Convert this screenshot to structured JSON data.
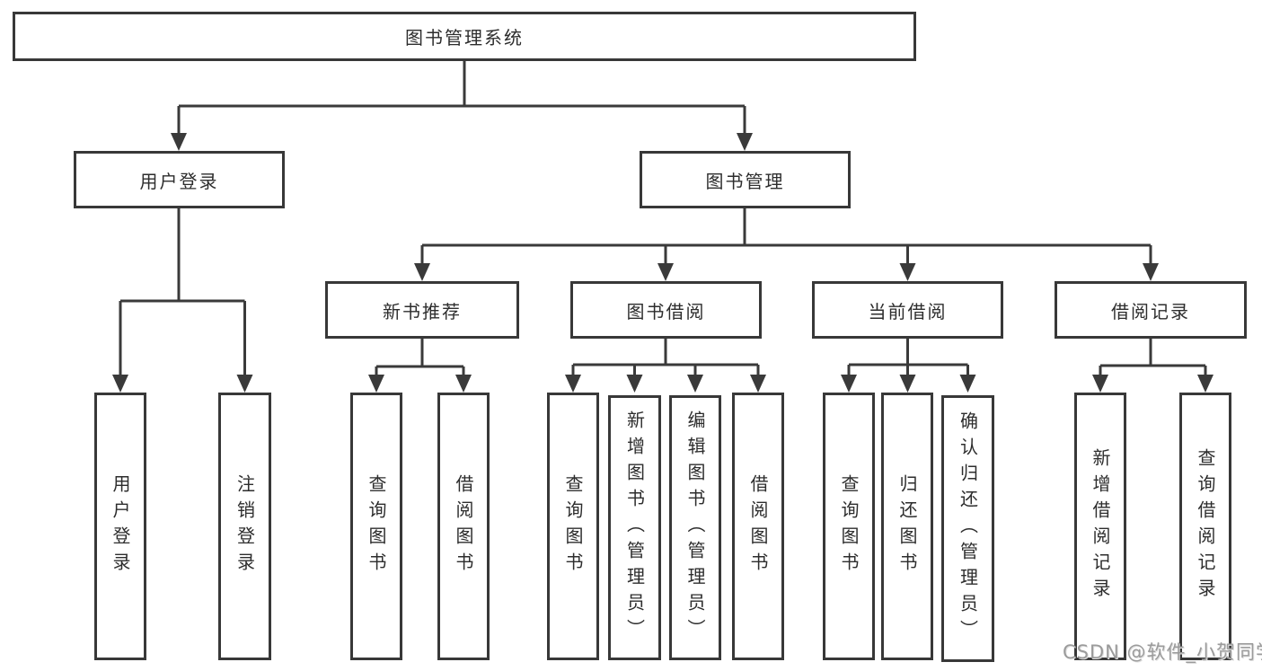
{
  "tree": {
    "root": {
      "label": "图书管理系统",
      "children": [
        {
          "label": "用户登录",
          "children": [
            {
              "label": "用户登录"
            },
            {
              "label": "注销登录"
            }
          ]
        },
        {
          "label": "图书管理",
          "children": [
            {
              "label": "新书推荐",
              "children": [
                {
                  "label": "查询图书"
                },
                {
                  "label": "借阅图书"
                }
              ]
            },
            {
              "label": "图书借阅",
              "children": [
                {
                  "label": "查询图书"
                },
                {
                  "label": "新增图书（管理员）"
                },
                {
                  "label": "编辑图书（管理员）"
                },
                {
                  "label": "借阅图书"
                }
              ]
            },
            {
              "label": "当前借阅",
              "children": [
                {
                  "label": "查询图书"
                },
                {
                  "label": "归还图书"
                },
                {
                  "label": "确认归还（管理员）"
                }
              ]
            },
            {
              "label": "借阅记录",
              "children": [
                {
                  "label": "新增借阅记录"
                },
                {
                  "label": "查询借阅记录"
                }
              ]
            }
          ]
        }
      ]
    }
  },
  "watermark": {
    "text": "CSDN @软件_小贺同学"
  },
  "colors": {
    "box_border": "#383838",
    "box_fill": "#ffffff",
    "text": "#2d2d2d",
    "connector": "#3a3a3a",
    "watermark": "#9b9b9b",
    "background": "#ffffff"
  }
}
